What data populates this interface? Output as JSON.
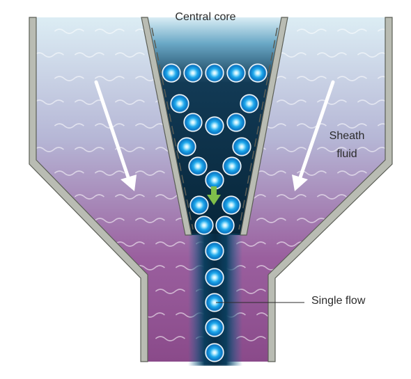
{
  "labels": {
    "central_core": "Central core",
    "sheath_fluid_line1": "Sheath",
    "sheath_fluid_line2": "fluid",
    "single_flow": "Single flow"
  },
  "colors": {
    "wall": "#b9bcb3",
    "wall_edge": "#5b5e56",
    "sheath_top": "#d7ecf3",
    "sheath_bottom": "#8a4a8a",
    "core_dark": "#0b2a3e",
    "particle": "#1aa0e6",
    "arrow_white": "#ffffff",
    "arrow_green": "#7fbf4a",
    "text": "#2b2b2b"
  },
  "icons": [
    "flow-arrow-icon",
    "particle-icon"
  ]
}
